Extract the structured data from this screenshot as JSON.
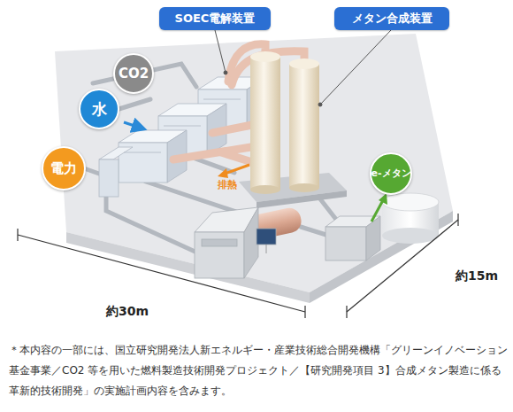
{
  "diagram": {
    "nodes": [
      {
        "text": [
          "SOEC電解装置"
        ]
      },
      {
        "text": [
          "メタン合成装置"
        ]
      },
      {
        "text": [
          "CO2"
        ]
      },
      {
        "text": [
          "水"
        ]
      },
      {
        "text": [
          "電力"
        ]
      },
      {
        "text": [
          "e-メタン"
        ]
      }
    ],
    "labels": [
      "排熱",
      "約30m",
      "約15m",
      "＊本内容の一部には、国立研究開発法人新エネルギー・産業技術総合開発機構「グリーンイノベーション 基金事業／CO2 等を用いた燃料製造技術開発プロジェクト／【研究開発項目 3】合成メタン製造に係る 革新的技術開発」の実施計画内容を含みます。"
    ]
  }
}
